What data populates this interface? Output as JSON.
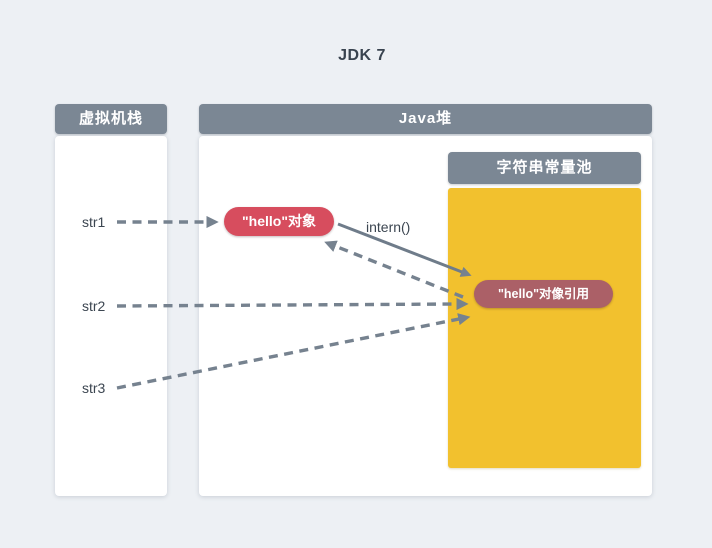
{
  "title": "JDK 7",
  "panels": {
    "vm_stack": {
      "label": "虚拟机栈",
      "variables": [
        "str1",
        "str2",
        "str3"
      ]
    },
    "java_heap": {
      "label": "Java堆"
    },
    "string_pool": {
      "label": "字符串常量池"
    }
  },
  "nodes": {
    "hello_object": "\"hello\"对象",
    "hello_reference": "\"hello\"对像引用"
  },
  "labels": {
    "intern_call": "intern()"
  },
  "colors": {
    "background": "#edf0f4",
    "header_gray": "#7b8794",
    "panel_white": "#ffffff",
    "pool_yellow": "#f2c12e",
    "object_red": "#d74d5e",
    "reference_rose": "#ab6067",
    "arrow_slate": "#76828f",
    "text_dark": "#3c4651"
  }
}
